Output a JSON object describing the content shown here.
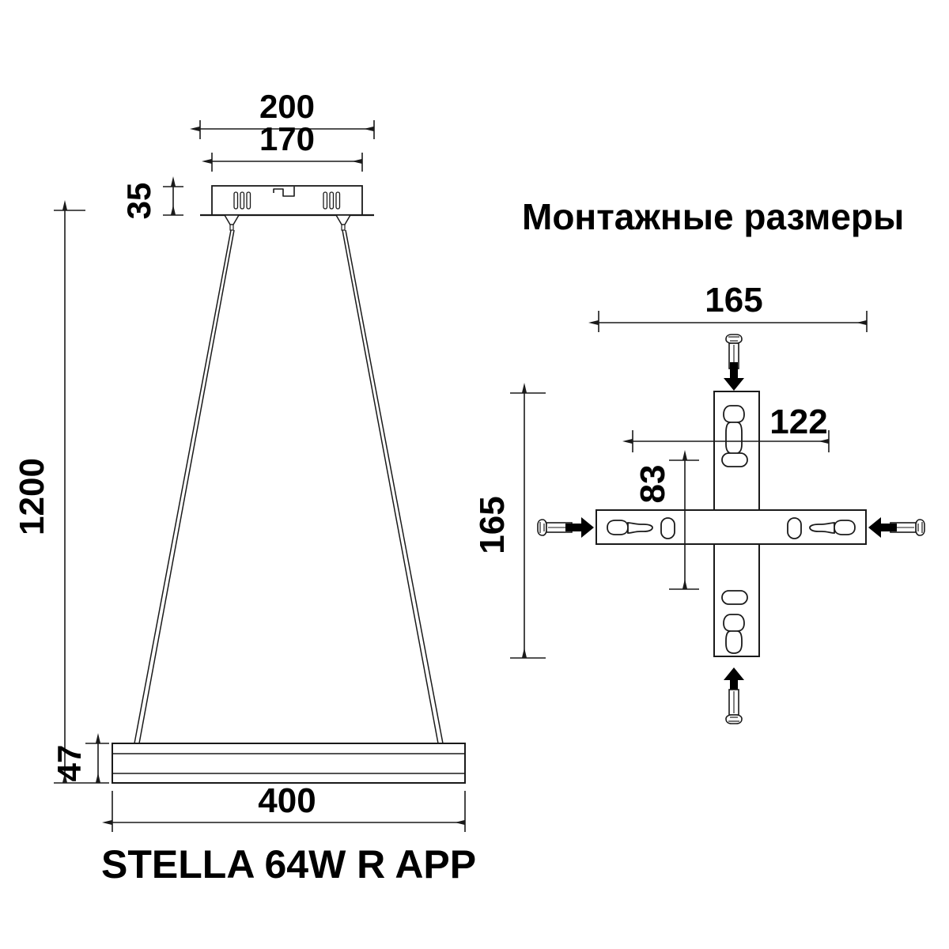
{
  "drawing": {
    "product_name": "STELLA 64W R APP",
    "section_title": "Монтажные размеры",
    "colors": {
      "line": "#1a1a1a",
      "text": "#000000",
      "background": "#ffffff"
    }
  },
  "front_view": {
    "dimensions": {
      "canopy_width_outer": "200",
      "canopy_width_inner": "170",
      "canopy_height": "35",
      "suspension_length": "1200",
      "body_height": "47",
      "body_width": "400"
    }
  },
  "mounting_view": {
    "title": "Монтажные размеры",
    "dimensions": {
      "bracket_width": "165",
      "bracket_height": "165",
      "slot_span_horizontal": "122",
      "slot_offset_vertical": "83"
    },
    "hardware": {
      "screw_top": "screw-icon",
      "screw_bottom": "screw-icon",
      "screw_left": "screw-icon",
      "screw_right": "screw-icon",
      "arrow_top": "arrow-down-icon",
      "arrow_bottom": "arrow-up-icon",
      "arrow_left": "arrow-right-icon",
      "arrow_right": "arrow-left-icon"
    }
  }
}
